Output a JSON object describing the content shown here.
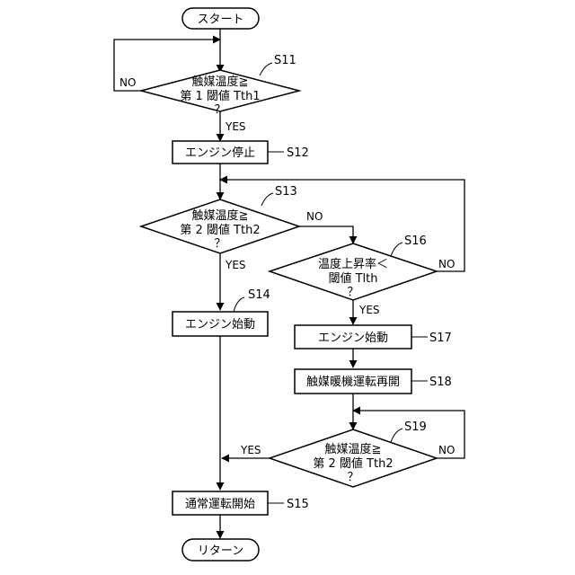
{
  "nodes": {
    "start": {
      "text": "スタート"
    },
    "s11": {
      "lines": [
        "触媒温度≧",
        "第 1 閾値 Tth1",
        "？"
      ],
      "label": "S11"
    },
    "s12": {
      "text": "エンジン停止",
      "label": "S12"
    },
    "s13": {
      "lines": [
        "触媒温度≧",
        "第 2 閾値 Tth2",
        "？"
      ],
      "label": "S13"
    },
    "s14": {
      "text": "エンジン始動",
      "label": "S14"
    },
    "s15": {
      "text": "通常運転開始",
      "label": "S15"
    },
    "s16": {
      "lines": [
        "温度上昇率＜",
        "閾値 Tlth",
        "？"
      ],
      "label": "S16"
    },
    "s17": {
      "text": "エンジン始動",
      "label": "S17"
    },
    "s18": {
      "text": "触媒暖機運転再開",
      "label": "S18"
    },
    "s19": {
      "lines": [
        "触媒温度≧",
        "第 2 閾値 Tth2",
        "？"
      ],
      "label": "S19"
    },
    "end": {
      "text": "リターン"
    }
  },
  "branches": {
    "yes": "YES",
    "no": "NO"
  }
}
